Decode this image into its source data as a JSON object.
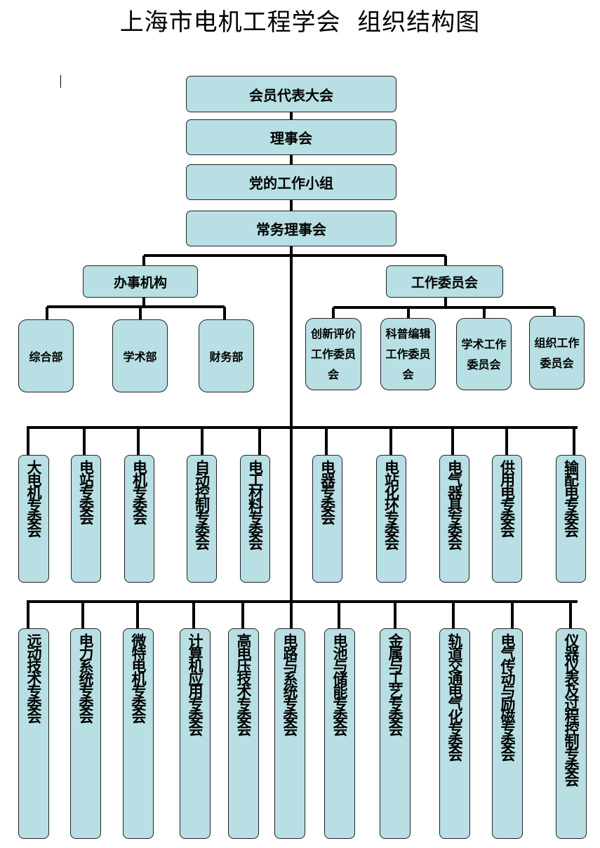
{
  "title": "上海市电机工程学会  组织结构图",
  "top_chain": [
    "会员代表大会",
    "理事会",
    "党的工作小组",
    "常务理事会"
  ],
  "branches": {
    "left": {
      "label": "办事机构",
      "children": [
        "综合部",
        "学术部",
        "财务部"
      ]
    },
    "right": {
      "label": "工作委员会",
      "children": [
        "创新评价工作委员会",
        "科普编辑工作委员会",
        "学术工作委员会",
        "组织工作委员会"
      ]
    }
  },
  "committees_row1": [
    "大电机专委会",
    "电站专委会",
    "电机专委会",
    "自动控制专委会",
    "电工材料专委会",
    "电器专委会",
    "电站化环专委会",
    "电气器具专委会",
    "供用电专委会",
    "输配电专委会"
  ],
  "committees_row2": [
    "远动技术专委会",
    "电力系统专委会",
    "微特电机专委会",
    "计算机应用专委会",
    "高电压技术专委会",
    "电路与系统专委会",
    "电池与储能专委会",
    "金属与工艺专委会",
    "轨道交通电气化专委会",
    "电气传动与励磁专委会",
    "仪器仪表及过程控制专委会"
  ],
  "colors": {
    "box_fill": "#b8dfe3",
    "box_border": "#222222",
    "connector": "#000000"
  }
}
